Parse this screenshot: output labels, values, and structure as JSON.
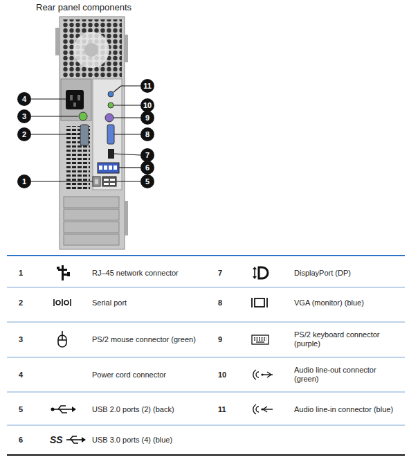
{
  "diagram": {
    "title": "Rear panel components",
    "labels": [
      "11",
      "4",
      "10",
      "3",
      "9",
      "2",
      "8",
      "7",
      "6",
      "1",
      "5",
      "1",
      "RJ–45 network connector",
      "7",
      "DisplayPort (DP)",
      "2",
      "Serial port",
      "8",
      "VGA (monitor) (blue)",
      "3",
      "PS/2 mouse connector (green)",
      "9",
      "PS/2 keyboard connector (purple)",
      "4",
      "Power cord connector",
      "10",
      "Audio line-out connector (green)",
      "5",
      "USB 2.0 ports (2) (back)",
      "11",
      "Audio line-in connector (blue)",
      "6",
      "SS",
      "USB 3.0 ports (4) (blue)"
    ]
  }
}
